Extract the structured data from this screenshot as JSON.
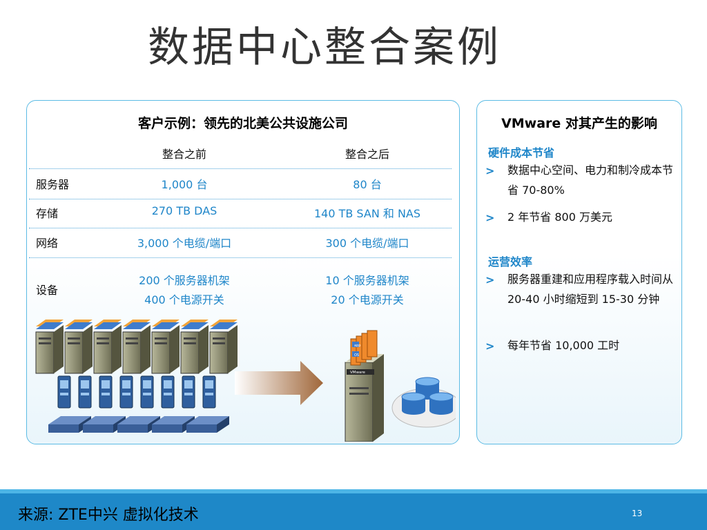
{
  "slide": {
    "title": "数据中心整合案例",
    "page_number": "13",
    "footer": "来源: ZTE中兴 虚拟化技术"
  },
  "left_panel": {
    "title": "客户示例：领先的北美公共设施公司",
    "columns": [
      "",
      "整合之前",
      "整合之后"
    ],
    "rows": [
      {
        "label": "服务器",
        "before": [
          "1,000 台"
        ],
        "after": [
          "80 台"
        ]
      },
      {
        "label": "存储",
        "before": [
          "270 TB DAS"
        ],
        "after": [
          "140 TB SAN 和 NAS"
        ]
      },
      {
        "label": "网络",
        "before": [
          "3,000 个电缆/端口"
        ],
        "after": [
          "300 个电缆/端口"
        ]
      },
      {
        "label": "设备",
        "before": [
          "200 个服务器机架",
          "400 个电源开关"
        ],
        "after": [
          "10 个服务器机架",
          "20 个电源开关"
        ]
      }
    ]
  },
  "right_panel": {
    "title": "VMware 对其产生的影响",
    "sections": [
      {
        "heading": "硬件成本节省",
        "bullets": [
          "数据中心空间、电力和制冷成本节省 70-80%",
          "2 年节省 800 万美元"
        ]
      },
      {
        "heading": "运营效率",
        "bullets": [
          "服务器重建和应用程序载入时间从 20-40 小时缩短到 15-30 分钟",
          "每年节省 10,000 工时"
        ]
      }
    ],
    "bullet_marker": ">"
  },
  "illustration": {
    "vm_labels": [
      "app",
      "OS"
    ],
    "vmware_label": "VMware"
  },
  "colors": {
    "accent_blue": "#1f86c9",
    "panel_border": "#5bbbe4",
    "footer_blue": "#1e88c8",
    "arrow": "#a0673a"
  },
  "icons": [
    "server-tower-icon",
    "storage-unit-icon",
    "network-switch-icon",
    "arrow-right-icon",
    "database-cylinder-icon",
    "vmware-host-icon"
  ]
}
